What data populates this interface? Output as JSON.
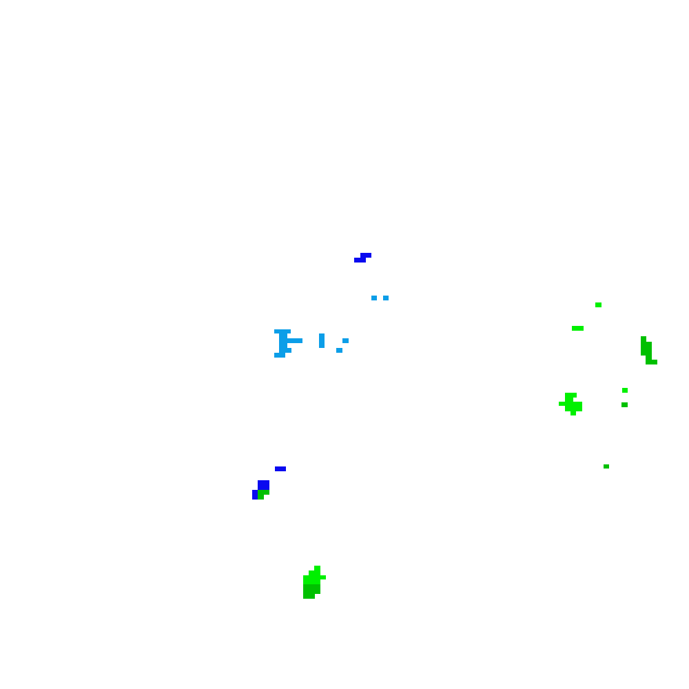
{
  "palette": {
    "background": "#ffffff",
    "blue": "#0a0af0",
    "sky": "#0c9ee8",
    "lime": "#00f000",
    "green": "#00c000"
  },
  "clusters": [
    {
      "name": "blue-cluster-top",
      "color": "blue"
    },
    {
      "name": "sky-cluster-middle",
      "color": "sky"
    },
    {
      "name": "blue-green-cluster-lower-left",
      "color": "blue"
    },
    {
      "name": "green-cluster-bottom",
      "color": "green"
    },
    {
      "name": "green-cluster-right",
      "color": "lime"
    }
  ]
}
